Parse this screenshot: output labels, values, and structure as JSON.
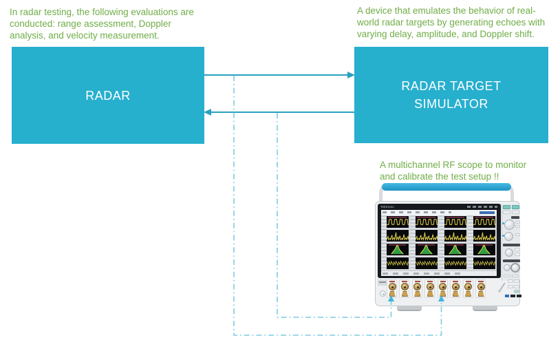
{
  "colors": {
    "box_fill": "#27AFCE",
    "arrow": "#2AA0C0",
    "dashed_link": "#7CCBE2",
    "annotation_green": "#70AD47",
    "box_text": "#FFFFFF",
    "handle_grip": "#2AA3D2"
  },
  "annotations": {
    "radar_note_lines": [
      "In radar testing, the following evaluations are",
      "conducted: range assessment, Doppler",
      "analysis, and velocity measurement."
    ],
    "simulator_note_lines": [
      "A device that emulates the behavior of real-",
      "world radar targets by generating echoes with",
      "varying delay, amplitude, and Doppler shift."
    ],
    "scope_note_lines": [
      "A multichannel RF scope to monitor",
      "and calibrate the test setup !!"
    ]
  },
  "diagram": {
    "radar_label": "RADAR",
    "simulator_label_lines": [
      "RADAR TARGET",
      "SIMULATOR"
    ]
  },
  "scope": {
    "brand": "Tektronix",
    "channel_count": 8,
    "display_grid": {
      "rows": 4,
      "cols": 4
    }
  }
}
